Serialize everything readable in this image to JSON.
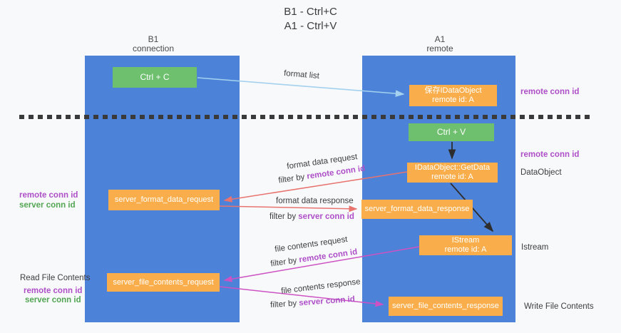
{
  "title": {
    "line1": "B1 - Ctrl+C",
    "line2": "A1 - Ctrl+V"
  },
  "columns": {
    "left": {
      "header_line1": "B1",
      "header_line2": "connection"
    },
    "right": {
      "header_line1": "A1",
      "header_line2": "remote"
    }
  },
  "boxes": {
    "ctrl_c": {
      "label": "Ctrl + C"
    },
    "save_idataobject": {
      "line1": "保存IDataObject",
      "line2": "remote id: A"
    },
    "ctrl_v": {
      "label": "Ctrl + V"
    },
    "getdata": {
      "line1": "IDataObject::GetData",
      "line2": "remote id: A"
    },
    "format_request": {
      "label": "server_format_data_request"
    },
    "format_response": {
      "label": "server_format_data_response"
    },
    "istream": {
      "line1": "IStream",
      "line2": "remote id: A"
    },
    "file_request": {
      "label": "server_file_contents_request"
    },
    "file_response": {
      "label": "server_file_contents_response"
    }
  },
  "arrow_labels": {
    "format_list": "format list",
    "format_data_request": "format data request",
    "filter_remote_1": {
      "prefix": "filter by",
      "key": "remote conn id"
    },
    "format_data_response": "format data response",
    "filter_server_1": {
      "prefix": "filter by",
      "key": "server conn id"
    },
    "file_contents_request": "file contents request",
    "filter_remote_2": {
      "prefix": "filter by",
      "key": "remote conn id"
    },
    "file_contents_response": "file contents response",
    "filter_server_2": {
      "prefix": "filter by",
      "key": "server conn id"
    }
  },
  "side_labels": {
    "right_remote_conn_id_top": "remote conn id",
    "right_remote_conn_id_mid": "remote conn id",
    "dataobject": "DataObject",
    "istream": "Istream",
    "write_file_contents": "Write File Contents",
    "left_remote_conn_id_top": "remote conn id",
    "left_server_conn_id_top": "server conn id",
    "read_file_contents": "Read File Contents",
    "left_remote_conn_id_bottom": "remote conn id",
    "left_server_conn_id_bottom": "server conn id"
  },
  "colors": {
    "background": "#f8f9fb",
    "column_blue": "#4d82d9",
    "box_green": "#6ebf6e",
    "box_orange": "#f9ae4b",
    "arrow_light_blue": "#a3d1ee",
    "arrow_black": "#2d2d2d",
    "arrow_salmon": "#e8736f",
    "arrow_magenta": "#cd52c3",
    "text_purple": "#ae4fc8",
    "text_green": "#53a653",
    "text_dark": "#3d3d3d"
  }
}
